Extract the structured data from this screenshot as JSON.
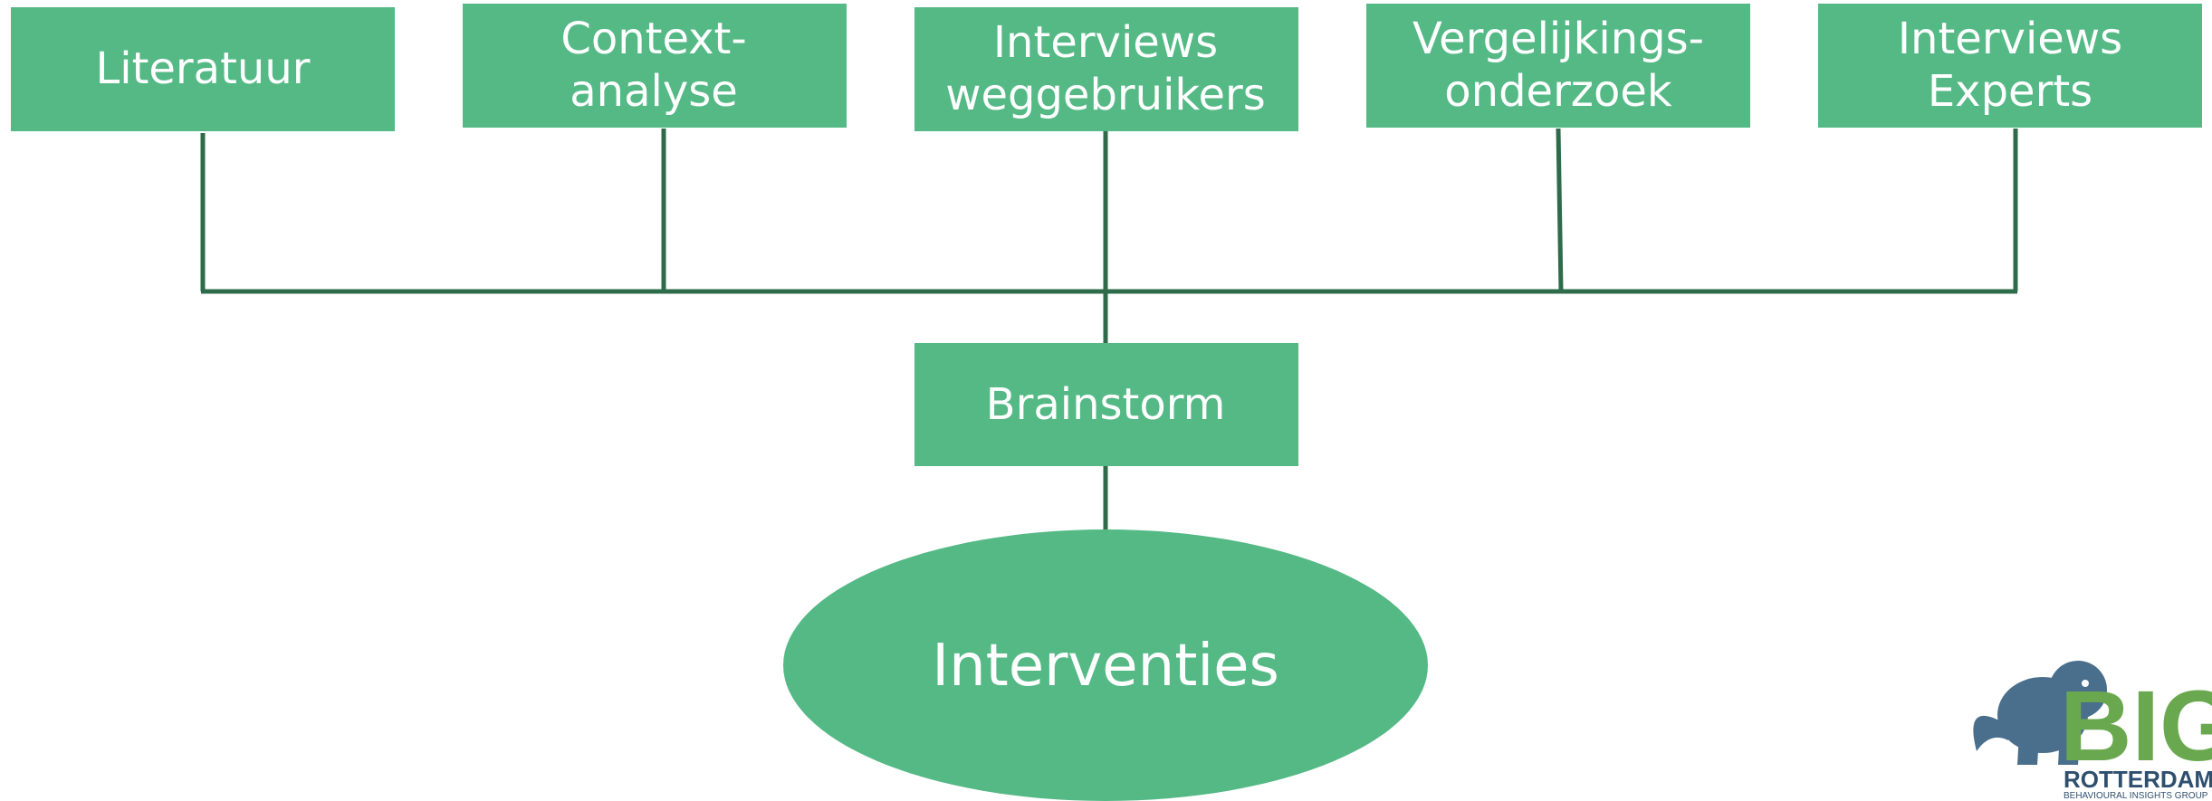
{
  "colors": {
    "node_fill": "#54b985",
    "connector": "#2e6b4a",
    "text": "#ffffff",
    "logo_elephant": "#4a6f8c",
    "logo_big_light": "#6aa84f",
    "logo_big_dark": "#2e7d4f",
    "logo_text": "#2f4f6f"
  },
  "sources": [
    {
      "lines": [
        "Literatuur"
      ]
    },
    {
      "lines": [
        "Context-",
        "analyse"
      ]
    },
    {
      "lines": [
        "Interviews",
        "weggebruikers"
      ]
    },
    {
      "lines": [
        "Vergelijkings-",
        "onderzoek"
      ]
    },
    {
      "lines": [
        "Interviews",
        "Experts"
      ]
    }
  ],
  "brainstorm": {
    "label": "Brainstorm"
  },
  "result": {
    "label": "Interventies"
  },
  "logo": {
    "icon": "elephant-icon",
    "letters": "BIG",
    "city": "ROTTERDAM",
    "tagline": "BEHAVIOURAL INSIGHTS GROUP"
  }
}
